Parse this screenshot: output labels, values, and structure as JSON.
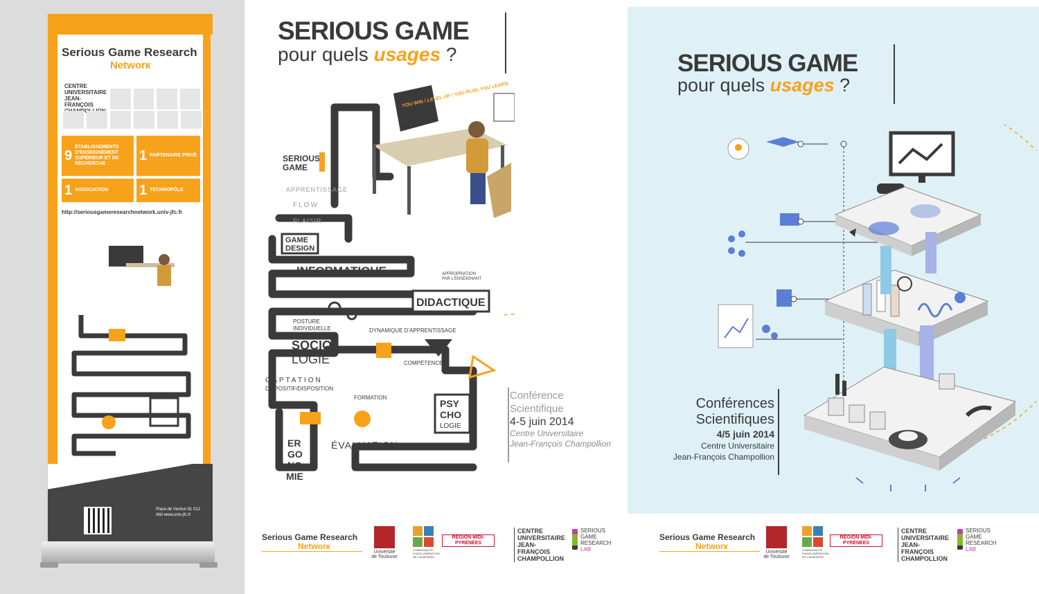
{
  "banner": {
    "title_line1": "Serious Game Research",
    "title_line2": "Networк",
    "centre": "CENTRE UNIVERSITAIRE JEAN-FRANÇOIS CHAMPOLLION",
    "stats": [
      {
        "num": "9",
        "text": "ÉTABLISSEMENTS D'ENSEIGNEMENT SUPÉRIEUR ET DE RECHERCHE"
      },
      {
        "num": "1",
        "text": "PARTENAIRE PRIVÉ"
      },
      {
        "num": "1",
        "text": "ASSOCIATION"
      },
      {
        "num": "1",
        "text": "TECHNOPÔLE"
      }
    ],
    "url": "http://seriousgameresearchnetwork.univ-jfc.fr",
    "address": "Place de Verdun 81 012 Albi www.univ-jfc.fr"
  },
  "middle_poster": {
    "title": "SERIOUS GAME",
    "subtitle_pre": "pour quels ",
    "subtitle_accent": "usages",
    "subtitle_post": " ?",
    "conf_line1": "Conférence",
    "conf_line2": "Scientifique",
    "date": "4-5 juin 2014",
    "place_line1": "Centre Universitaire",
    "place_line2": "Jean-François Champollion",
    "screen_text": "YOU WIN ! LEVEL UP ! YOU PLAY, YOU LEARN",
    "labels": {
      "serious_game_1": "SERIOUS",
      "serious_game_2": "GAME",
      "apprentissage": "APPRENTISSAGE",
      "flow": "FLOW",
      "plaisir": "PLAISIR",
      "game_design_1": "GAME",
      "game_design_2": "DESIGN",
      "informatique": "INFORMATIQUE",
      "appropriation_1": "APPROPRIATION",
      "appropriation_2": "PAR L'ENSEIGNANT",
      "didactique": "DIDACTIQUE",
      "posture_1": "POSTURE",
      "posture_2": "INDIVIDUELLE",
      "dynamique": "DYNAMIQUE D'APPRENTISSAGE",
      "socio_1": "SOCIO",
      "socio_2": "LOGIE",
      "competences": "COMPÉTENCES",
      "captation": "CAPTATION",
      "dispositif": "DISPOSITIF/DISPOSITION",
      "formation": "FORMATION",
      "psycho_1": "PSY",
      "psycho_2": "CHO",
      "psycho_3": "LOGIE",
      "evaluation": "ÉVALUATION",
      "ergo_1": "ER",
      "ergo_2": "GO",
      "ergo_3": "NO",
      "ergo_4": "MIE"
    }
  },
  "right_poster": {
    "title": "SERIOUS GAME",
    "subtitle_pre": "pour quels ",
    "subtitle_accent": "usages",
    "subtitle_post": " ?",
    "conf_line1": "Conférences",
    "conf_line2": "Scientifiques",
    "date": "4/5 juin 2014",
    "place_line1": "Centre Universitaire",
    "place_line2": "Jean-François Champollion"
  },
  "footer": {
    "sgrn_line1": "Serious Game Research",
    "sgrn_line2": "Networк",
    "universite": "Université de Toulouse",
    "communaute": "COMMUNAUTÉ D'AGGLOMÉRATION DE L'ALBIGEOIS",
    "region": "RÉGION MIDI-PYRÉNÉES",
    "centre": "CENTRE UNIVERSITAIRE JEAN-FRANÇOIS CHAMPOLLION",
    "lab_1": "SERIOUS",
    "lab_2": "GAME",
    "lab_3": "RESEARCH",
    "lab_4": "LAB"
  },
  "colors": {
    "orange": "#f7a21b",
    "dark": "#3a3a3a",
    "light_blue": "#dff1f7",
    "blue": "#5b7fd6"
  }
}
